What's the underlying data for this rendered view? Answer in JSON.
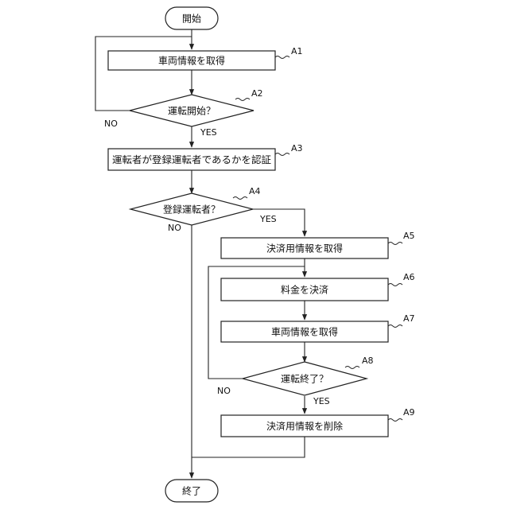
{
  "flowchart": {
    "start": "開始",
    "end": "終了",
    "steps": {
      "a1": {
        "id": "A1",
        "text": "車両情報を取得"
      },
      "a2": {
        "id": "A2",
        "text": "運転開始？"
      },
      "a3": {
        "id": "A3",
        "text": "運転者が登録運転者であるかを認証"
      },
      "a4": {
        "id": "A4",
        "text": "登録運転者？"
      },
      "a5": {
        "id": "A5",
        "text": "決済用情報を取得"
      },
      "a6": {
        "id": "A6",
        "text": "料金を決済"
      },
      "a7": {
        "id": "A7",
        "text": "車両情報を取得"
      },
      "a8": {
        "id": "A8",
        "text": "運転終了？"
      },
      "a9": {
        "id": "A9",
        "text": "決済用情報を削除"
      }
    },
    "branches": {
      "a2_yes": "YES",
      "a2_no": "NO",
      "a4_yes": "YES",
      "a4_no": "NO",
      "a8_yes": "YES",
      "a8_no": "NO"
    }
  }
}
